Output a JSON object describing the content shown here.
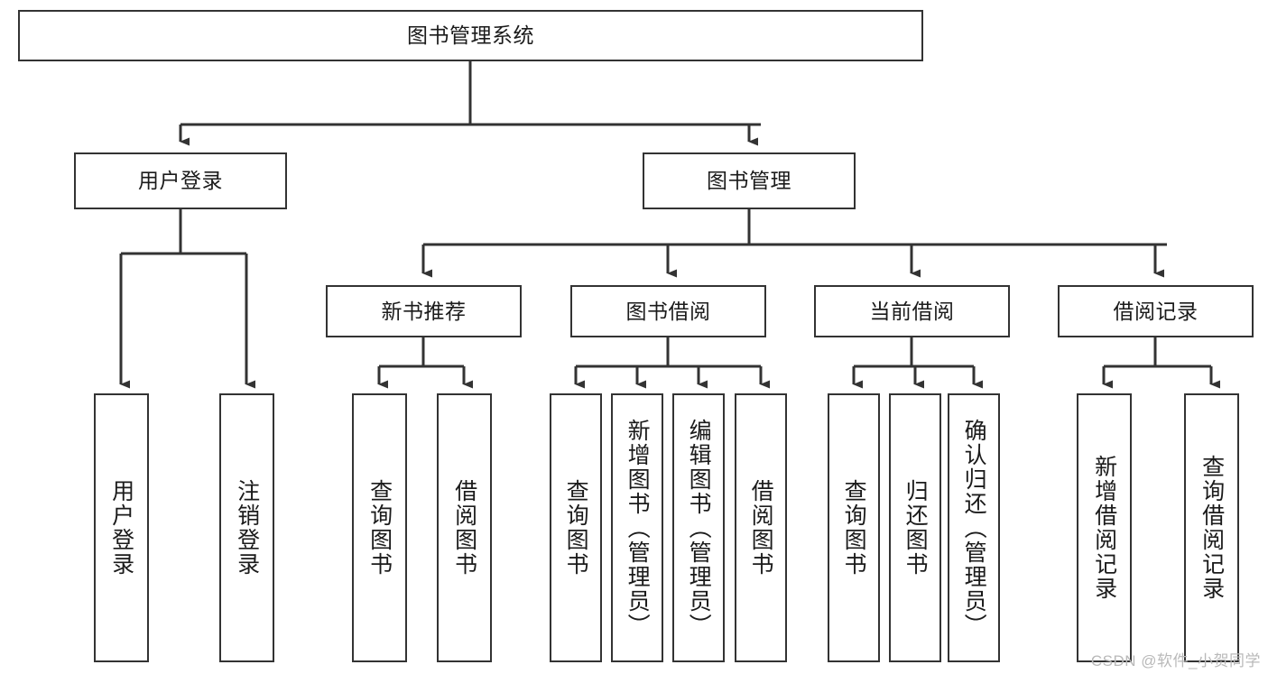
{
  "diagram": {
    "title": "图书管理系统",
    "type": "tree",
    "watermark": "CSDN @软件_小贺同学",
    "colors": {
      "node_border": "#333333",
      "node_fill": "#ffffff",
      "edge": "#333333",
      "text": "#1b1b1b",
      "watermark": "#b9b9b9"
    },
    "nodes": {
      "root": {
        "label": "图书管理系统"
      },
      "level1": [
        {
          "id": "user-login",
          "label": "用户登录"
        },
        {
          "id": "book-manage",
          "label": "图书管理"
        }
      ],
      "level2": [
        {
          "id": "new-book-recommend",
          "label": "新书推荐"
        },
        {
          "id": "book-borrow",
          "label": "图书借阅"
        },
        {
          "id": "current-borrow",
          "label": "当前借阅"
        },
        {
          "id": "borrow-record",
          "label": "借阅记录"
        }
      ],
      "leaves": {
        "user-login": [
          {
            "id": "leaf-user-login",
            "label": "用户登录"
          },
          {
            "id": "leaf-logout",
            "label": "注销登录"
          }
        ],
        "new-book-recommend": [
          {
            "id": "leaf-query-book-1",
            "label": "查询图书"
          },
          {
            "id": "leaf-borrow-book-1",
            "label": "借阅图书"
          }
        ],
        "book-borrow": [
          {
            "id": "leaf-query-book-2",
            "label": "查询图书"
          },
          {
            "id": "leaf-add-book",
            "label": "新增图书（管理员）"
          },
          {
            "id": "leaf-edit-book",
            "label": "编辑图书（管理员）"
          },
          {
            "id": "leaf-borrow-book-2",
            "label": "借阅图书"
          }
        ],
        "current-borrow": [
          {
            "id": "leaf-query-book-3",
            "label": "查询图书"
          },
          {
            "id": "leaf-return-book",
            "label": "归还图书"
          },
          {
            "id": "leaf-confirm-return",
            "label": "确认归还（管理员）"
          }
        ],
        "borrow-record": [
          {
            "id": "leaf-add-record",
            "label": "新增借阅记录"
          },
          {
            "id": "leaf-query-record",
            "label": "查询借阅记录"
          }
        ]
      }
    }
  }
}
